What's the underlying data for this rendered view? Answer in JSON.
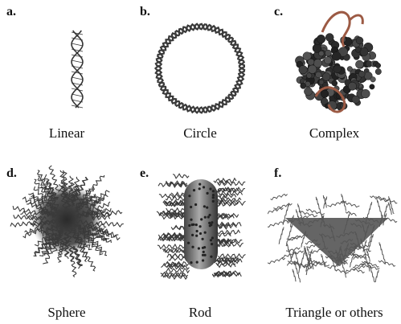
{
  "panels": [
    {
      "label": "a.",
      "caption": "Linear"
    },
    {
      "label": "b.",
      "caption": "Circle"
    },
    {
      "label": "c.",
      "caption": "Complex"
    },
    {
      "label": "d.",
      "caption": "Sphere"
    },
    {
      "label": "e.",
      "caption": "Rod"
    },
    {
      "label": "f.",
      "caption": "Triangle or others"
    }
  ],
  "colors": {
    "strand": "#333333",
    "complex": "#2e2e2e",
    "accent_strand": "#9c5a44",
    "background": "#ffffff"
  },
  "icons": [
    "dna-linear-icon",
    "dna-circle-icon",
    "dna-protein-complex-icon",
    "dna-sphere-nanostructure-icon",
    "dna-rod-nanostructure-icon",
    "dna-triangle-nanostructure-icon"
  ]
}
